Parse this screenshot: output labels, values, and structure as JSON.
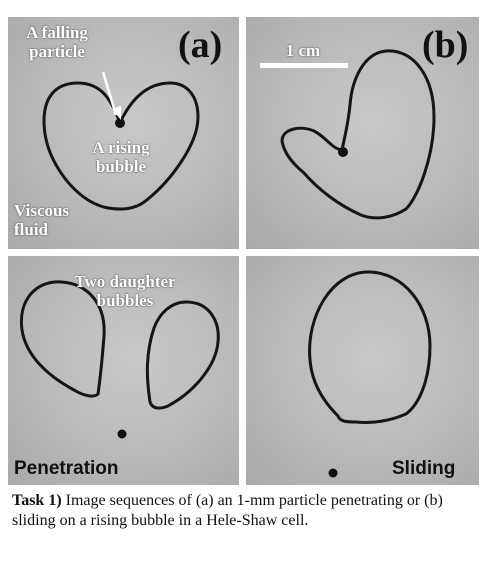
{
  "panels": {
    "a": {
      "letter": "(a)",
      "label_particle": "A falling particle",
      "label_bubble": "A rising bubble",
      "label_fluid": "Viscous fluid"
    },
    "b": {
      "letter": "(b)",
      "scale_label": "1 cm"
    },
    "c": {
      "label_daughters": "Two daughter bubbles",
      "mode": "Penetration"
    },
    "d": {
      "mode": "Sliding"
    }
  },
  "caption": {
    "lead": "Task 1)",
    "text": " Image sequences of (a) an 1-mm particle penetrating or (b) sliding on a rising bubble in a Hele-Shaw cell."
  }
}
